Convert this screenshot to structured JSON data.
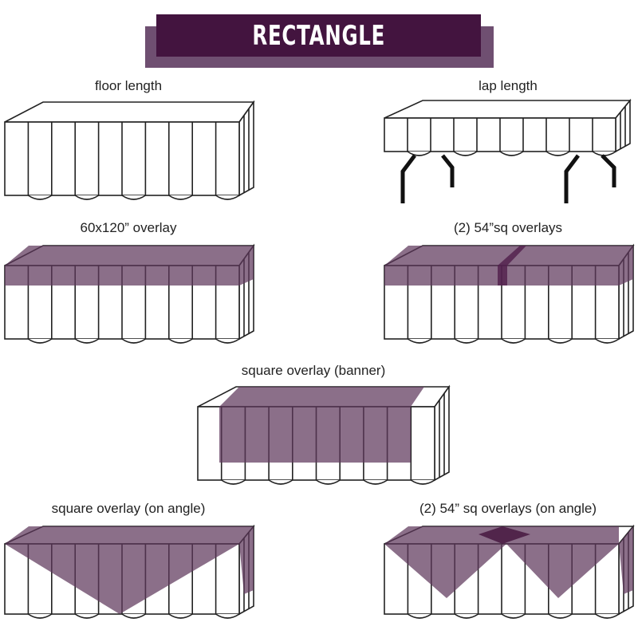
{
  "title": "RECTANGLE",
  "colors": {
    "banner_dark": "#43143f",
    "banner_light": "#6f4f71",
    "overlay": "#5e375c"
  },
  "tables": [
    {
      "label": "floor length",
      "style": "floor"
    },
    {
      "label": "lap length",
      "style": "lap"
    },
    {
      "label": "60x120” overlay",
      "style": "overlay"
    },
    {
      "label": "(2) 54”sq overlays",
      "style": "two-overlay"
    },
    {
      "label": "square overlay (banner)",
      "style": "banner"
    },
    {
      "label": "square overlay (on angle)",
      "style": "angle"
    },
    {
      "label": "(2) 54” sq overlays (on angle)",
      "style": "two-angle"
    }
  ]
}
